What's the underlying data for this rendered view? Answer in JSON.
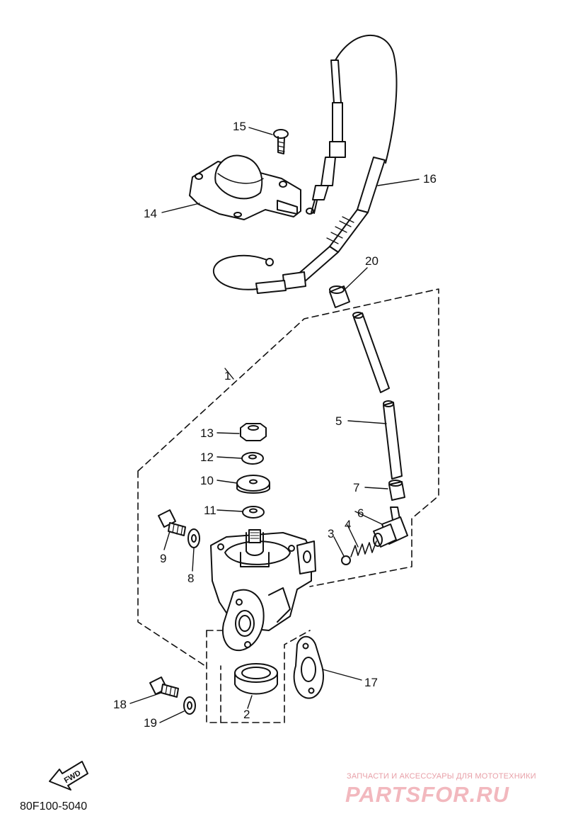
{
  "callouts": {
    "p1": "1",
    "p2": "2",
    "p3": "3",
    "p4": "4",
    "p5": "5",
    "p6": "6",
    "p7": "7",
    "p8": "8",
    "p9": "9",
    "p10": "10",
    "p11": "11",
    "p12": "12",
    "p13": "13",
    "p14": "14",
    "p15": "15",
    "p16": "16",
    "p17": "17",
    "p18": "18",
    "p19": "19",
    "p20": "20"
  },
  "fwd_label": "FWD",
  "diagram_code": "80F100-5040",
  "watermark": {
    "tagline": "ЗАПЧАСТИ И АКСЕССУАРЫ ДЛЯ МОТОТЕХНИКИ",
    "logo": "PARTSFOR.RU",
    "color": "#f2b8be"
  }
}
